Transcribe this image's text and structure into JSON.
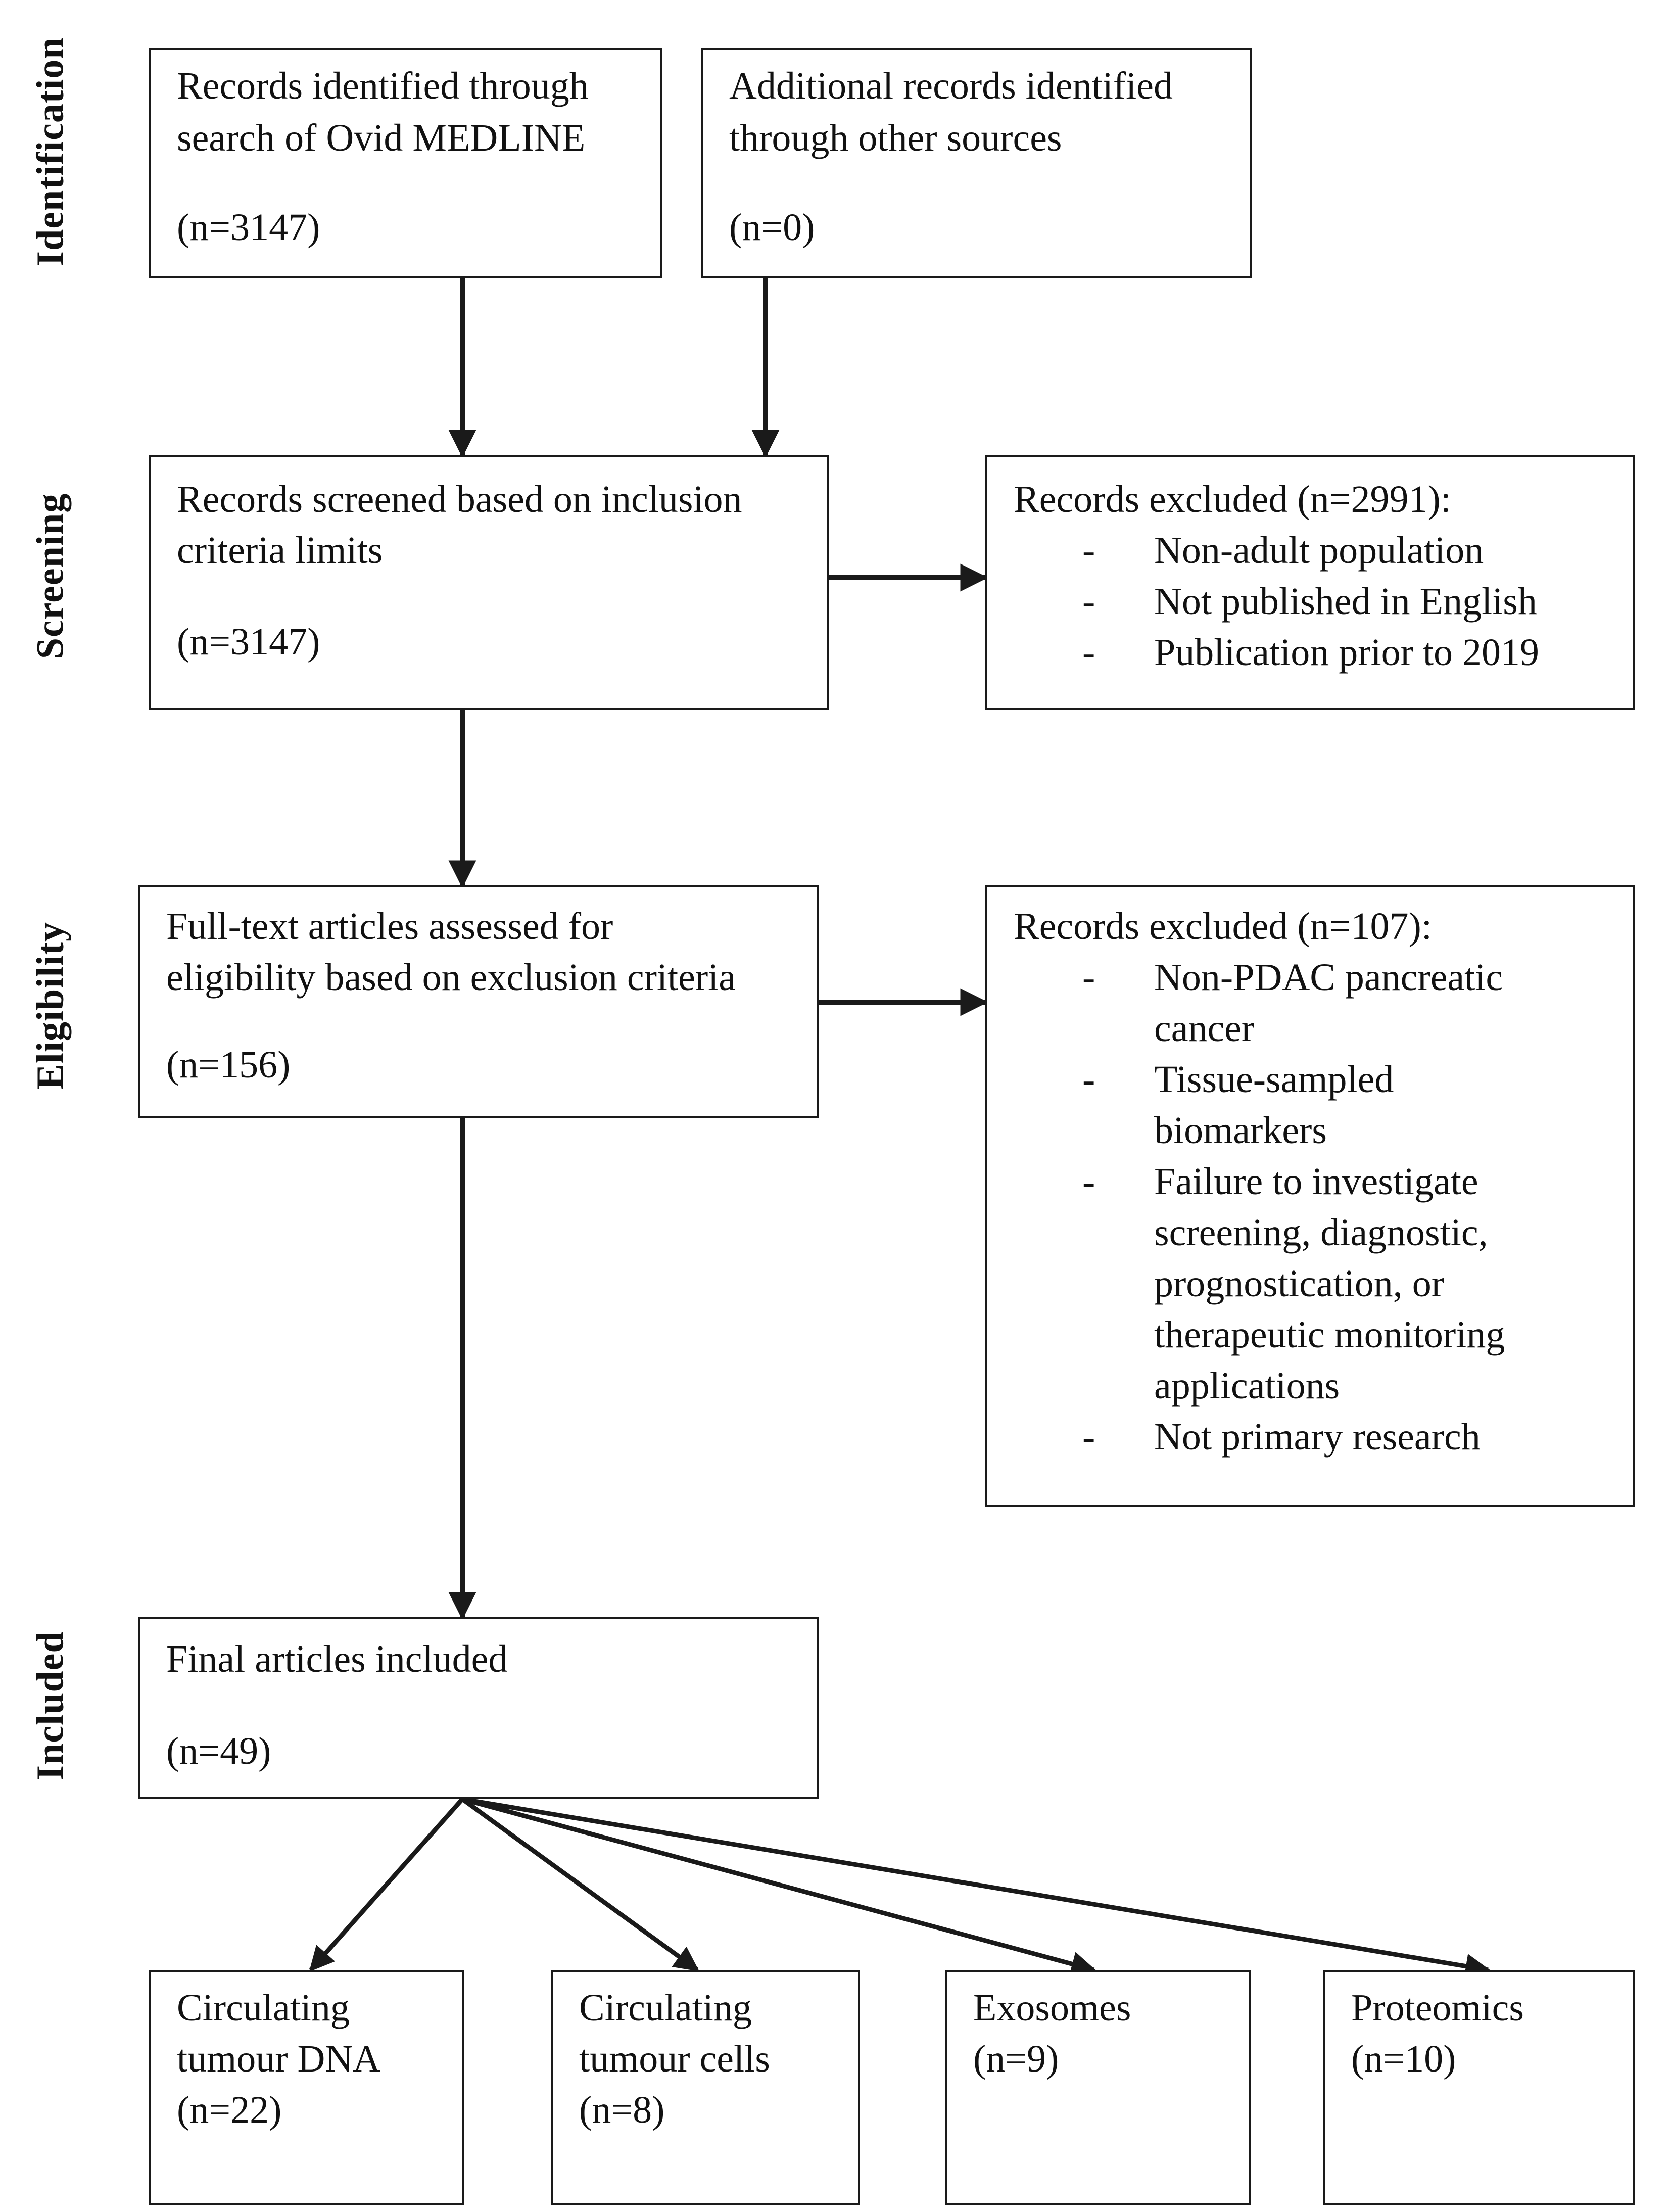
{
  "stages": {
    "identification": "Identification",
    "screening": "Screening",
    "eligibility": "Eligibility",
    "included": "Included"
  },
  "identification": {
    "medline": {
      "line1": "Records identified through",
      "line2": "search of Ovid MEDLINE",
      "count": "(n=3147)"
    },
    "other": {
      "line1": "Additional records identified",
      "line2": "through other sources",
      "count": "(n=0)"
    }
  },
  "screening": {
    "line1": "Records screened based on inclusion",
    "line2": "criteria limits",
    "count": "(n=3147)",
    "excluded": {
      "heading": "Records excluded (n=2991):",
      "items": [
        "Non-adult population",
        "Not published in English",
        "Publication prior to 2019"
      ]
    }
  },
  "eligibility": {
    "line1": "Full-text articles assessed for",
    "line2": "eligibility based on exclusion criteria",
    "count": "(n=156)",
    "excluded": {
      "heading": "Records excluded (n=107):",
      "items": [
        [
          "Non-PDAC pancreatic",
          "cancer"
        ],
        [
          "Tissue-sampled",
          "biomarkers"
        ],
        [
          "Failure to investigate",
          "screening, diagnostic,",
          "prognostication, or",
          "therapeutic monitoring",
          "applications"
        ],
        [
          "Not primary research"
        ]
      ]
    }
  },
  "included": {
    "label": "Final articles included",
    "count": "(n=49)"
  },
  "categories": [
    {
      "line1": "Circulating",
      "line2": "tumour DNA",
      "count": "(n=22)"
    },
    {
      "line1": "Circulating",
      "line2": "tumour cells",
      "count": "(n=8)"
    },
    {
      "line1": "Exosomes",
      "count": "(n=9)"
    },
    {
      "line1": "Proteomics",
      "count": "(n=10)"
    }
  ],
  "dash_symbol": "-",
  "colors": {
    "line": "#1a1a1a",
    "text": "#111111",
    "background": "#ffffff"
  }
}
